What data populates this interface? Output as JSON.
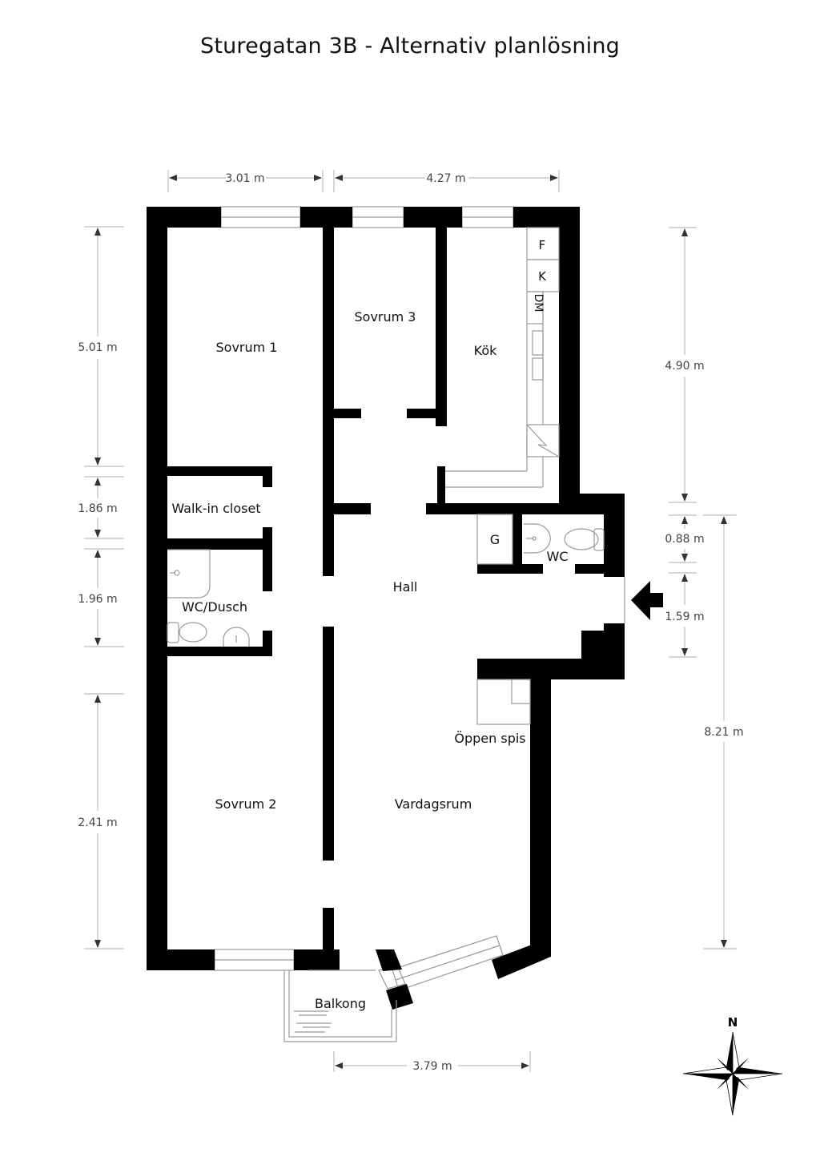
{
  "header": {
    "title": "Sturegatan 3B - Alternativ planlösning"
  },
  "rooms": {
    "sovrum1": "Sovrum 1",
    "sovrum2": "Sovrum 2",
    "sovrum3": "Sovrum 3",
    "kok": "Kök",
    "walkin": "Walk-in closet",
    "wcdusch": "WC/Dusch",
    "hall": "Hall",
    "wc": "WC",
    "g": "G",
    "oppen_spis": "Öppen spis",
    "vardagsrum": "Vardagsrum",
    "balkong": "Balkong"
  },
  "kitchen_fixtures": {
    "f": "F",
    "k": "K",
    "dm": "DM"
  },
  "dimensions": {
    "top_left": "3.01 m",
    "top_right": "4.27 m",
    "left_1": "5.01 m",
    "left_2": "1.86 m",
    "left_3": "1.96 m",
    "left_4": "2.41  m",
    "right_1": "4.90 m",
    "right_2": "0.88 m",
    "right_3": "1.59 m",
    "right_total": "8.21 m",
    "bottom": "3.79  m"
  },
  "compass": {
    "north_label": "N"
  },
  "colors": {
    "wall": "#000000",
    "dimension_line": "#c8c8c8",
    "fixture_line": "#9a9a9a",
    "text": "#111111"
  }
}
